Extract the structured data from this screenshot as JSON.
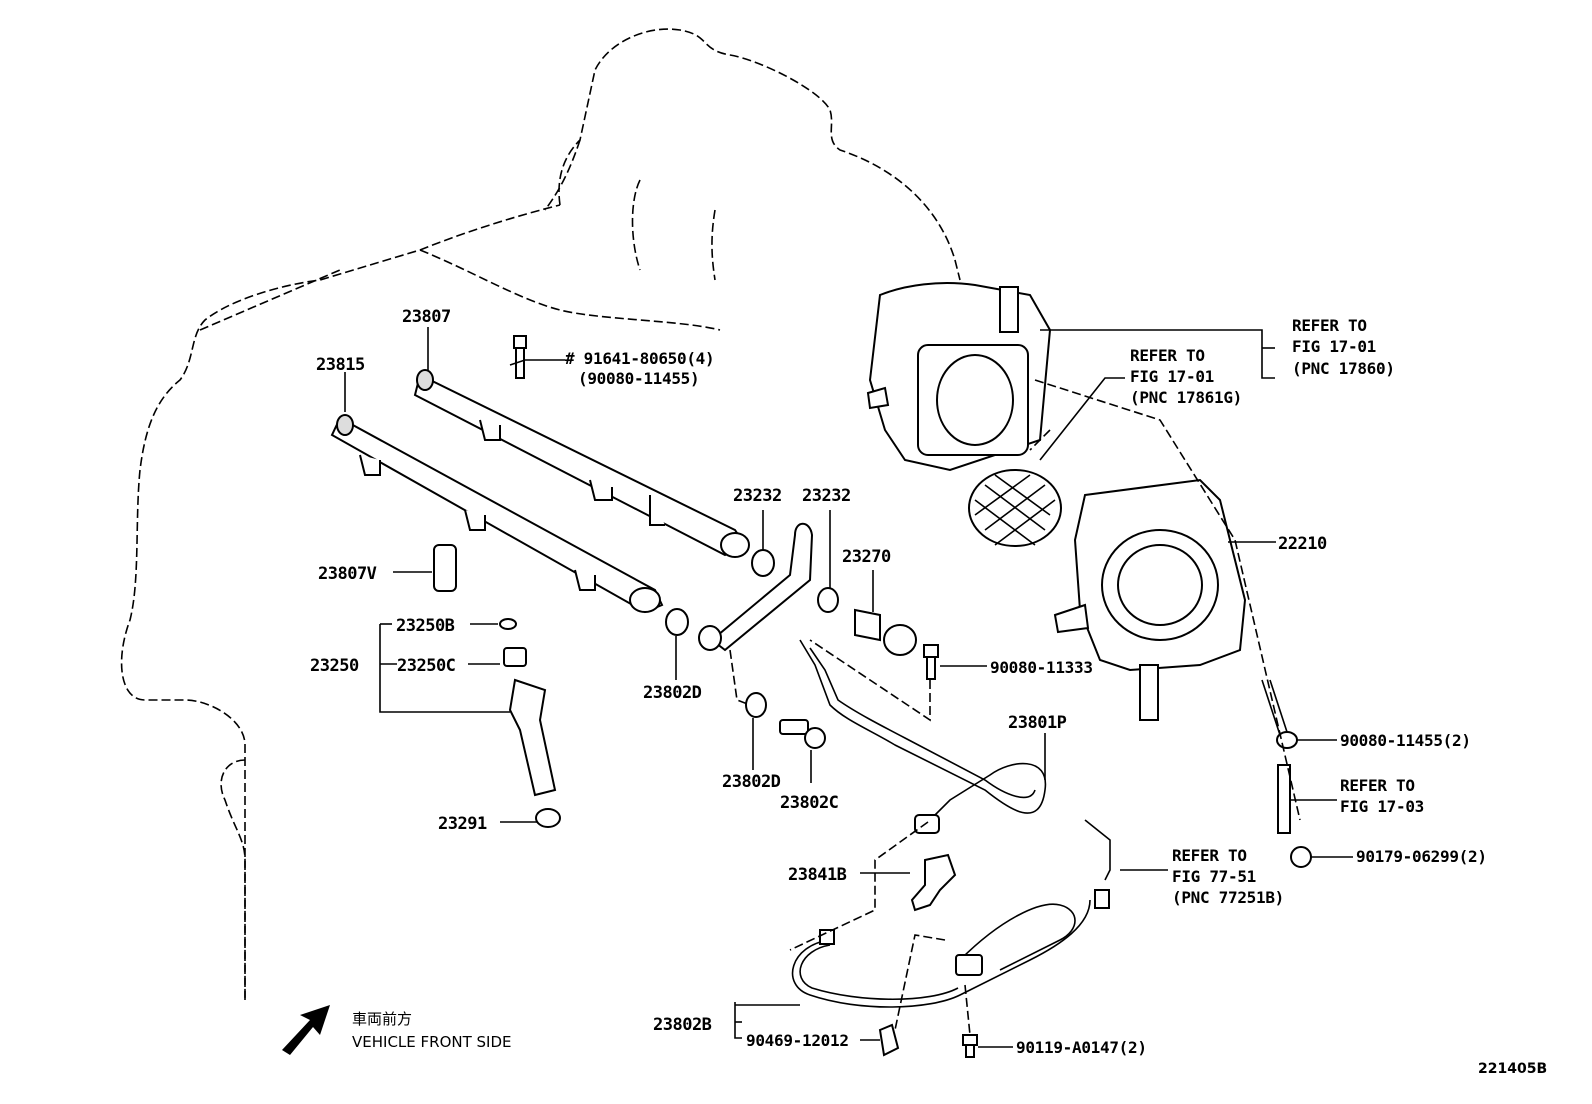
{
  "diagram": {
    "figure_code": "221405B",
    "direction_note": {
      "japanese": "車両前方",
      "english": "VEHICLE FRONT SIDE",
      "arrow_icon": "arrow-down-left-icon"
    },
    "part_labels": {
      "p23807": "23807",
      "p23815": "23815",
      "p91641": "# 91641-80650(4)",
      "p90080_11455a": "(90080-11455)",
      "p23807V": "23807V",
      "p23250B": "23250B",
      "p23250": "23250",
      "p23250C": "23250C",
      "p23291": "23291",
      "p23232a": "23232",
      "p23232b": "23232",
      "p23270": "23270",
      "p23802Da": "23802D",
      "p23802Db": "23802D",
      "p23802C": "23802C",
      "p90080_11333": "90080-11333",
      "p23801P": "23801P",
      "p23841B": "23841B",
      "p23802B": "23802B",
      "p90469": "90469-12012",
      "p90119": "90119-A0147(2)",
      "p22210": "22210",
      "p90080_11455b": "90080-11455(2)",
      "p90179": "90179-06299(2)"
    },
    "references": {
      "r1": [
        "REFER TO",
        "FIG 17-01",
        "(PNC 17860)"
      ],
      "r2": [
        "REFER TO",
        "FIG 17-01",
        "(PNC 17861G)"
      ],
      "r3": [
        "REFER TO",
        "FIG 17-03"
      ],
      "r4": [
        "REFER TO",
        "FIG 77-51",
        "(PNC 77251B)"
      ]
    }
  }
}
